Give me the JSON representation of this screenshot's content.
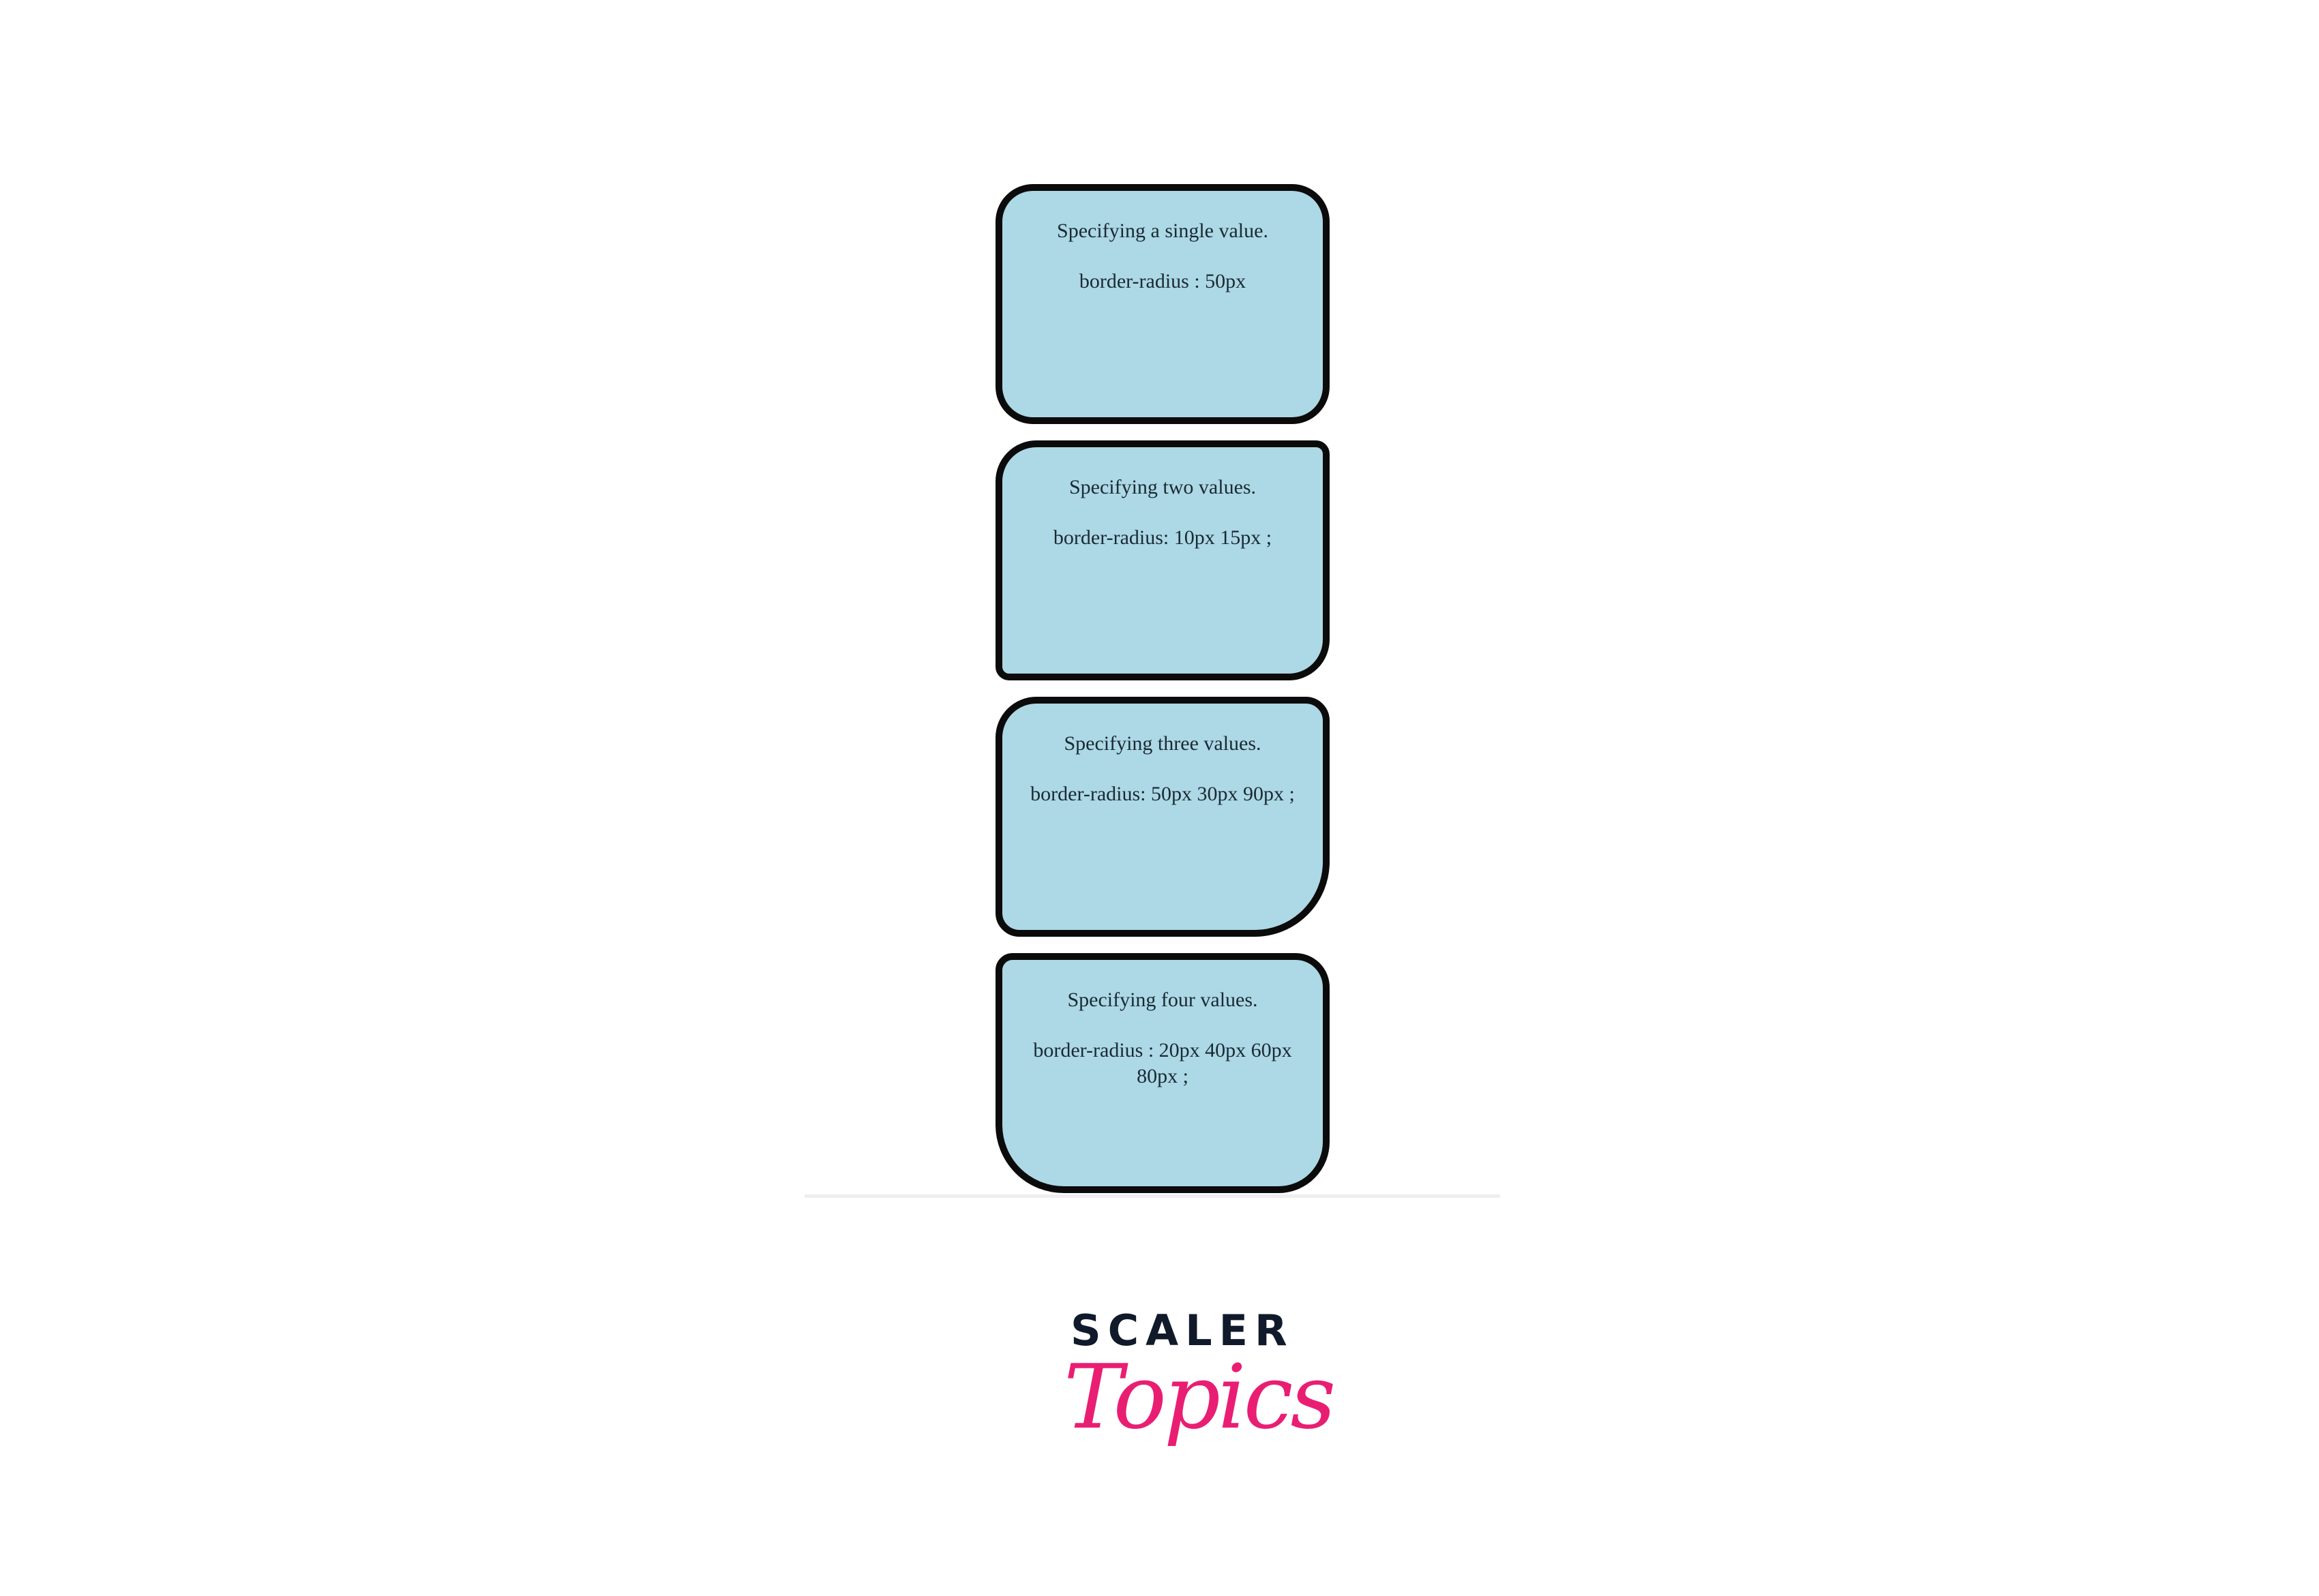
{
  "boxes": [
    {
      "title": "Specifying a single value.",
      "code": "border-radius : 50px"
    },
    {
      "title": "Specifying two values.",
      "code": "border-radius: 10px 15px ;"
    },
    {
      "title": "Specifying three values.",
      "code": "border-radius: 50px 30px 90px ;"
    },
    {
      "title": "Specifying four values.",
      "code": "border-radius : 20px 40px 60px 80px ;"
    }
  ],
  "logo": {
    "line1": "SCALER",
    "line2": "Topics"
  },
  "colors": {
    "box_fill": "#add8e6",
    "border": "#0b0b0b",
    "logo_dark": "#111a2b",
    "logo_pink": "#e91e73"
  }
}
